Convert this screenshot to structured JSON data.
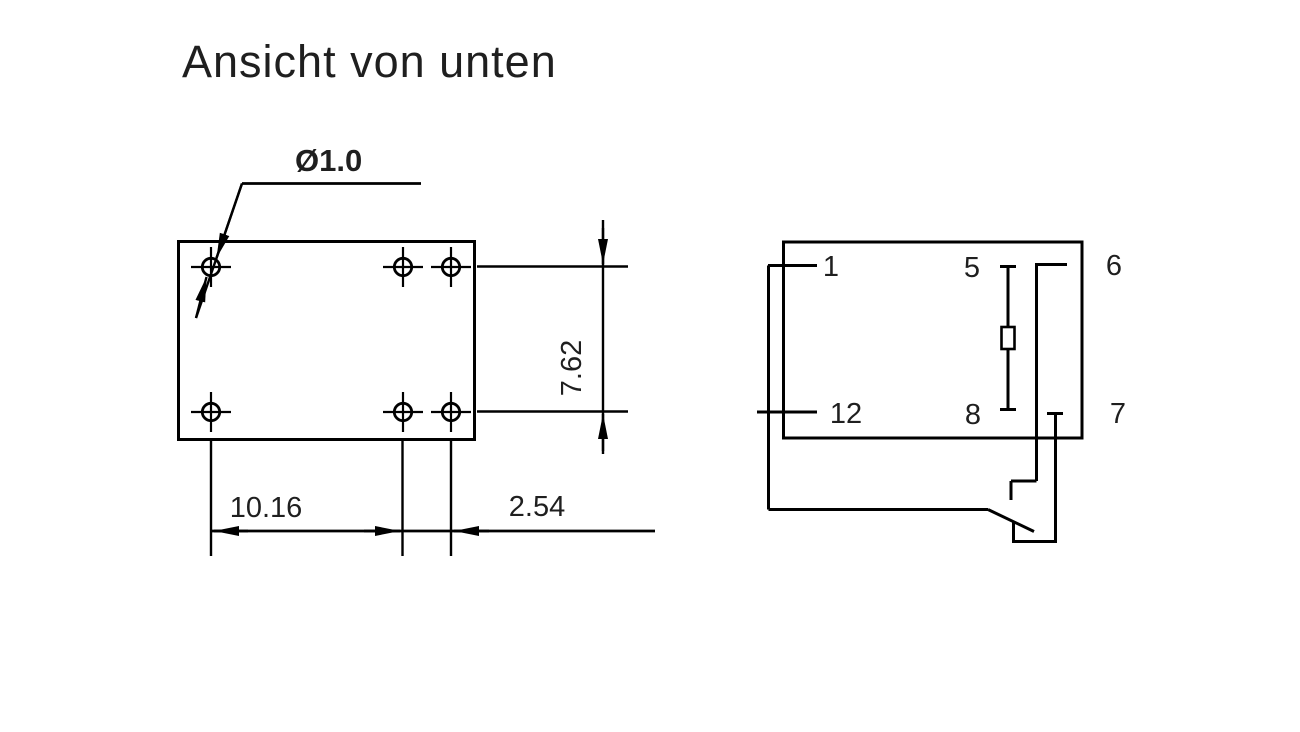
{
  "title": "Ansicht von unten",
  "colors": {
    "line": "#000000",
    "text": "#1f1f1f"
  },
  "footprint": {
    "hole_diameter": "Ø1.0",
    "row_pitch": "7.62",
    "pitch_left": "10.16",
    "pitch_right": "2.54"
  },
  "schematic": {
    "pin_top_left": "1",
    "pin_bottom_left": "12",
    "pin_coil_top": "5",
    "pin_coil_bottom": "8",
    "pin_top_right": "6",
    "pin_bottom_right": "7"
  }
}
